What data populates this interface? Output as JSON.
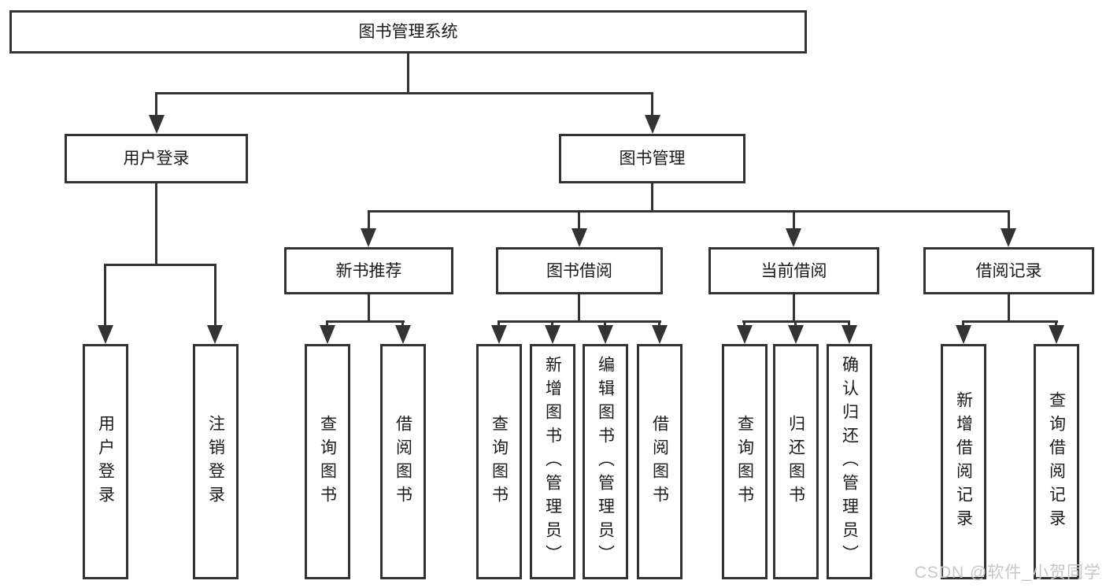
{
  "diagram_type": "functional-structure-tree",
  "tree": {
    "label": "图书管理系统",
    "children": [
      {
        "label": "用户登录",
        "children": [
          {
            "label": "用户登录"
          },
          {
            "label": "注销登录"
          }
        ]
      },
      {
        "label": "图书管理",
        "children": [
          {
            "label": "新书推荐",
            "children": [
              {
                "label": "查询图书"
              },
              {
                "label": "借阅图书"
              }
            ]
          },
          {
            "label": "图书借阅",
            "children": [
              {
                "label": "查询图书"
              },
              {
                "label": "新增图书（管理员）"
              },
              {
                "label": "编辑图书（管理员）"
              },
              {
                "label": "借阅图书"
              }
            ]
          },
          {
            "label": "当前借阅",
            "children": [
              {
                "label": "查询图书"
              },
              {
                "label": "归还图书"
              },
              {
                "label": "确认归还（管理员）"
              }
            ]
          },
          {
            "label": "借阅记录",
            "children": [
              {
                "label": "新增借阅记录"
              },
              {
                "label": "查询借阅记录"
              }
            ]
          }
        ]
      }
    ]
  },
  "colors": {
    "line": "#333333",
    "box_border": "#333333",
    "box_fill": "#ffffff",
    "text": "#1a1a1a",
    "watermark": "#c7c7c7"
  },
  "watermark": {
    "text": "CSDN @软件_小贺同学"
  }
}
